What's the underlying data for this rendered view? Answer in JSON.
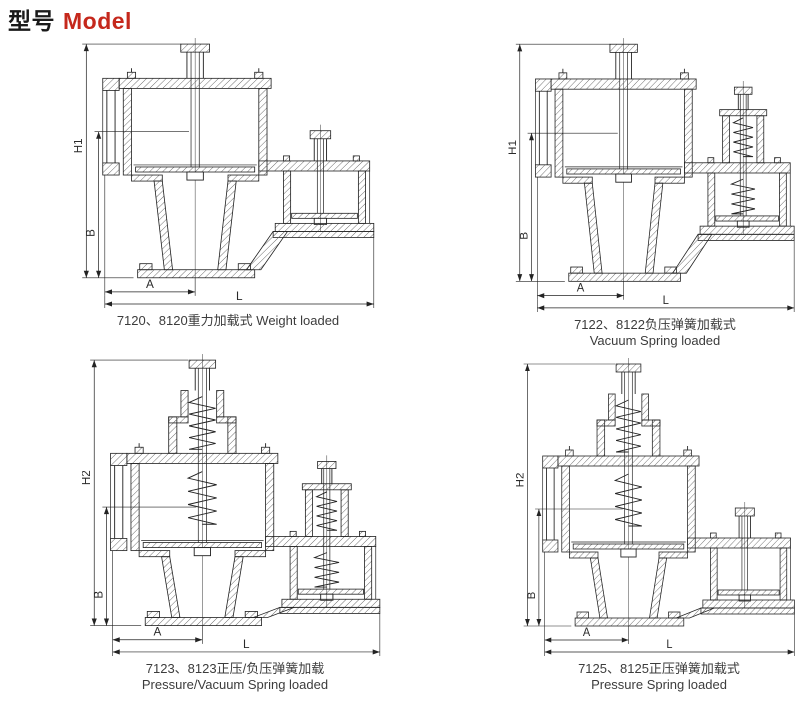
{
  "page": {
    "title_zh": "型号",
    "title_en": "Model",
    "accent_color": "#c5281c"
  },
  "figures": [
    {
      "model": "7120/8120",
      "caption_line1": "7120、8120重力加载式 Weight loaded",
      "caption_line2": "",
      "dims": {
        "height_label": "H1",
        "b_label": "B",
        "a_label": "A",
        "l_label": "L"
      },
      "variant": {
        "row": "top",
        "top_spring": false,
        "side_spring": false
      }
    },
    {
      "model": "7122/8122",
      "caption_line1": "7122、8122负压弹簧加载式",
      "caption_line2": "Vacuum Spring loaded",
      "dims": {
        "height_label": "H1",
        "b_label": "B",
        "a_label": "A",
        "l_label": "L"
      },
      "variant": {
        "row": "top",
        "top_spring": false,
        "side_spring": true
      }
    },
    {
      "model": "7123/8123",
      "caption_line1": "7123、8123正压/负压弹簧加载",
      "caption_line2": "Pressure/Vacuum Spring loaded",
      "dims": {
        "height_label": "H2",
        "b_label": "B",
        "a_label": "A",
        "l_label": "L"
      },
      "variant": {
        "row": "bottom",
        "top_spring": true,
        "side_spring": true
      }
    },
    {
      "model": "7125/8125",
      "caption_line1": "7125、8125正压弹簧加载式",
      "caption_line2": "Pressure Spring loaded",
      "dims": {
        "height_label": "H2",
        "b_label": "B",
        "a_label": "A",
        "l_label": "L"
      },
      "variant": {
        "row": "bottom",
        "top_spring": true,
        "side_spring": false
      }
    }
  ]
}
